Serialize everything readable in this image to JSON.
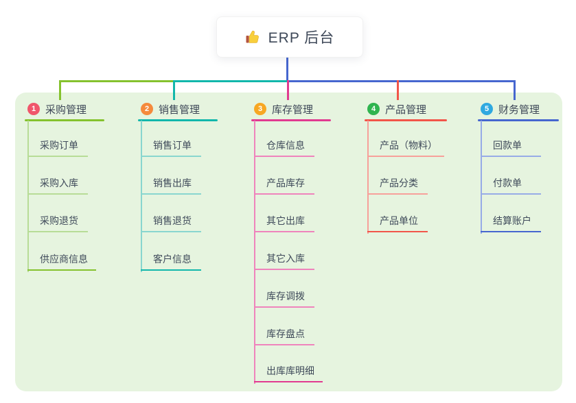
{
  "root": {
    "title": "ERP 后台",
    "icon": "thumbs-up-icon",
    "connector_color": "#4666cf",
    "text_color": "#3d4757",
    "card_bg": "#ffffff"
  },
  "panel": {
    "bg": "#e6f4df"
  },
  "branches": [
    {
      "number": "1",
      "label": "采购管理",
      "colors": {
        "line": "#85c22e",
        "light": "#b7dc96",
        "badge": "#f0566b"
      },
      "items": [
        "采购订单",
        "采购入库",
        "采购退货",
        "供应商信息"
      ]
    },
    {
      "number": "2",
      "label": "销售管理",
      "colors": {
        "line": "#12b7ab",
        "light": "#89d6cf",
        "badge": "#f58a3c"
      },
      "items": [
        "销售订单",
        "销售出库",
        "销售退货",
        "客户信息"
      ]
    },
    {
      "number": "3",
      "label": "库存管理",
      "colors": {
        "line": "#e13a90",
        "light": "#ef83bc",
        "badge": "#f7a723"
      },
      "items": [
        "仓库信息",
        "产品库存",
        "其它出库",
        "其它入库",
        "库存调拨",
        "库存盘点",
        "出库库明细"
      ]
    },
    {
      "number": "4",
      "label": "产品管理",
      "colors": {
        "line": "#f25549",
        "light": "#f7a09a",
        "badge": "#2fb44f"
      },
      "items": [
        "产品（物料）",
        "产品分类",
        "产品单位"
      ]
    },
    {
      "number": "5",
      "label": "财务管理",
      "colors": {
        "line": "#4666cf",
        "light": "#97abe7",
        "badge": "#2fa9e0"
      },
      "items": [
        "回款单",
        "付款单",
        "结算账户"
      ]
    }
  ]
}
